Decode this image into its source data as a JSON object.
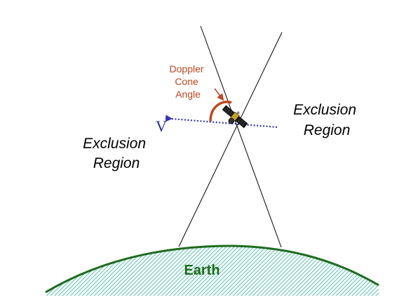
{
  "diagram": {
    "velocity_label": "V",
    "doppler_label_lines": [
      "Doppler",
      "Cone",
      "Angle"
    ],
    "left_region_lines": [
      "Exclusion",
      "Region"
    ],
    "right_region_lines": [
      "Exclusion",
      "Region"
    ],
    "earth_label": "Earth",
    "colors": {
      "earth_fill": "#8fd6c8",
      "earth_outline": "#1e6b1e",
      "velocity_arrow": "#3333bb",
      "angle_arc": "#c0461e",
      "lines": "#000000"
    },
    "icons": [
      "satellite-icon"
    ]
  }
}
